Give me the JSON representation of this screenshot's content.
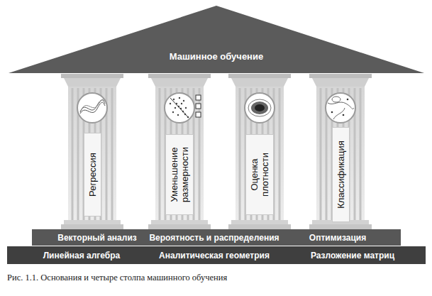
{
  "diagram": {
    "caption": "Рис. 1.1. Основания и четыре столпа машинного обучения",
    "nodes": [
      {
        "text": [
          "Машинное обучение"
        ]
      },
      {
        "text": [
          "Регрессия"
        ]
      },
      {
        "text": [
          "Уменьшение размерности"
        ]
      },
      {
        "text": [
          "Оценка плотности"
        ]
      },
      {
        "text": [
          "Классификация"
        ]
      },
      {
        "text": [
          "Векторный анализ",
          "Вероятность и распределения",
          "Оптимизация"
        ]
      },
      {
        "text": [
          "Линейная алгебра",
          "Аналитическая геометрия",
          "Разложение матриц"
        ]
      }
    ]
  }
}
